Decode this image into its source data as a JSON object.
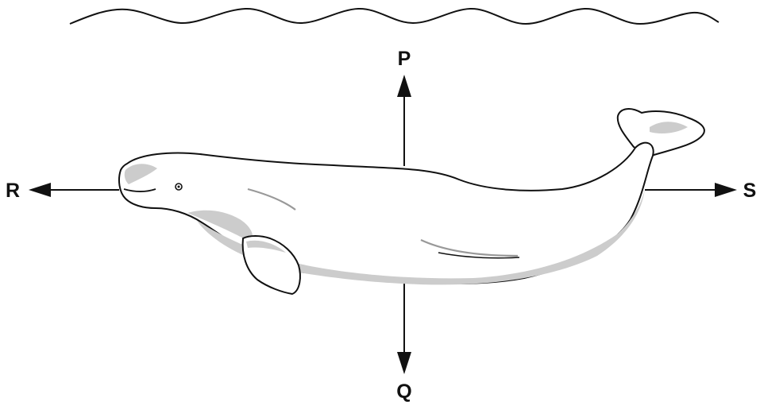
{
  "labels": {
    "up": "P",
    "down": "Q",
    "left": "R",
    "right": "S"
  },
  "colors": {
    "line": "#111111",
    "body": "#ffffff",
    "shading": "#cccccc",
    "background": "#ffffff"
  },
  "icons": {
    "subject": "beluga-whale-illustration",
    "surface": "water-surface-wave-line"
  }
}
